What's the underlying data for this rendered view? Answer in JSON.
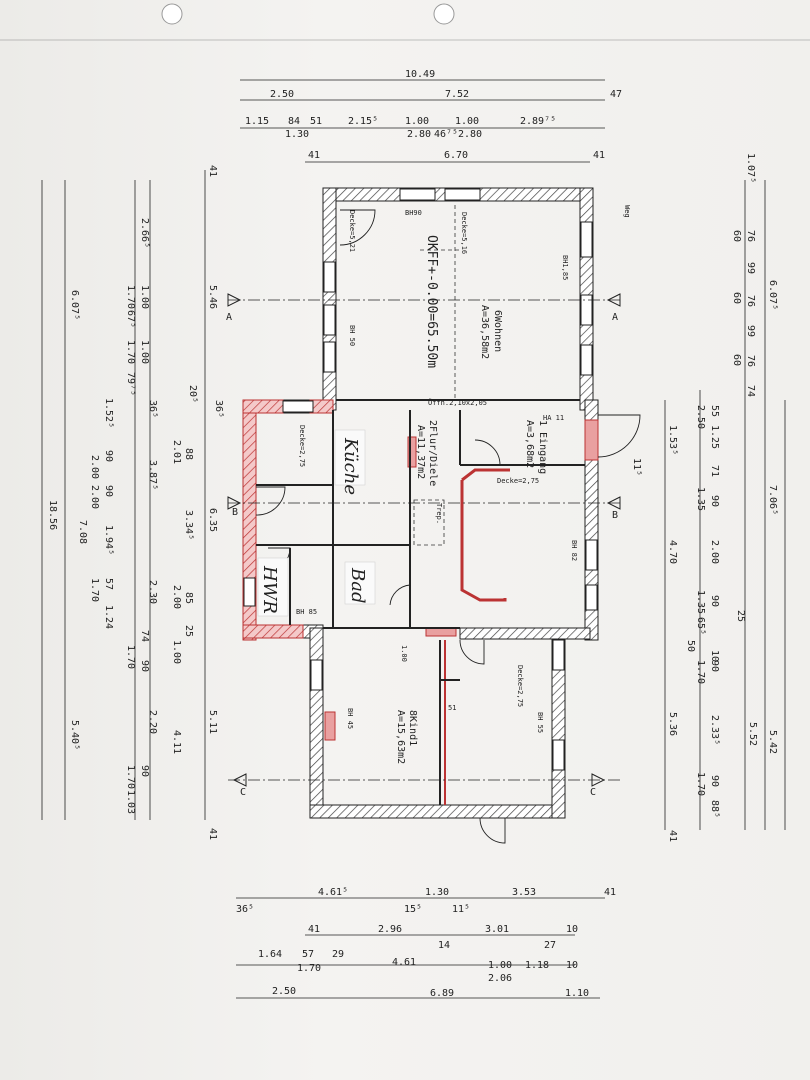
{
  "sheet": {
    "top_dims": {
      "overall": "10.49",
      "row2_left": "2.50",
      "row2_mid": "7.52",
      "row2_right": "47",
      "row3": [
        "1.15",
        "84",
        "51",
        "2.15⁵",
        "1.00",
        "1.00",
        "2.89⁷⁵"
      ],
      "row3_sub": [
        "1.30",
        "2.80",
        "46⁷⁵",
        "2.80"
      ],
      "row4_left": "41",
      "row4_mid": "6.70",
      "row4_right": "41"
    },
    "left_dims": {
      "outer_a": "6.07⁵",
      "outer_b": "18.56",
      "outer_c": "7.08",
      "outer_d": "5.40⁵",
      "r1": "2.66⁵",
      "r1b": [
        "1.00",
        "1.00",
        "1.70",
        "67⁵",
        "1.70",
        "79⁷⁵"
      ],
      "r2": [
        "36⁵",
        "3.87⁵",
        "2.30",
        "2.20"
      ],
      "r2b": [
        "1.52⁵",
        "90",
        "90",
        "1.94⁵",
        "57",
        "1.24",
        "74",
        "90",
        "90",
        "1.03"
      ],
      "r2c": [
        "2.00",
        "2.00",
        "1.70",
        "1.70",
        "1.70"
      ],
      "r3": [
        "20⁵",
        "88",
        "2.01",
        "3.34⁵",
        "85",
        "2.00",
        "25",
        "1.00",
        "4.11"
      ],
      "r4": [
        "41",
        "5.46",
        "6.35",
        "5.11",
        "41",
        "36⁵"
      ]
    },
    "right_dims": {
      "a": "6.07⁵",
      "b": "7.06⁵",
      "c": "5.42",
      "d": "5.52",
      "e": "1.07⁵",
      "stack1": [
        "76",
        "99",
        "76",
        "99",
        "76",
        "74",
        "60",
        "60",
        "60"
      ],
      "stack2": [
        "55",
        "1.25",
        "71",
        "90",
        "2.00",
        "90",
        "10",
        "50",
        "90",
        "2.33⁵",
        "90",
        "88⁵"
      ],
      "stack3": [
        "2.50",
        "1.35",
        "1.35",
        "65⁵",
        "1.70",
        "1.70"
      ],
      "stack4": [
        "1.53⁵",
        "11⁵",
        "4.70",
        "25",
        "5.36",
        "41"
      ]
    },
    "bottom_dims": {
      "row1": [
        "36⁵",
        "4.61⁵",
        "1.30",
        "15⁵",
        "11⁵",
        "3.53",
        "41"
      ],
      "row2": [
        "41",
        "2.96",
        "14",
        "3.01",
        "10",
        "27"
      ],
      "row3": [
        "1.64",
        "57",
        "29",
        "1.70",
        "4.61",
        "1.00",
        "1.18",
        "2.06",
        "10"
      ],
      "row4": [
        "2.50",
        "6.89",
        "1.10"
      ]
    },
    "rooms": [
      {
        "name": "6Wohnen",
        "area": "A=36,58m2"
      },
      {
        "name": "2Flur/Diele",
        "area": "A=11,37m2"
      },
      {
        "name": "1 Eingang",
        "area": "A=3,68m2"
      },
      {
        "name": "8Kind1",
        "area": "A=15,63m2"
      }
    ],
    "labels": {
      "okff": "OKFF+-0.00=65.50m",
      "decke1": "Decke=5,21",
      "decke2": "Decke=5,16",
      "decke3": "Decke=2,75",
      "decke4": "Decke=2,75",
      "decke5": "Decke=2,75",
      "oeffnung": "Öffn.2,10x2,05",
      "treppe": "Trep.",
      "bh90": "BH90",
      "bh85a": "BH1,85",
      "bh50": "BH 50",
      "bh82": "BH 82",
      "bh85b": "BH 85",
      "bh55": "BH 55",
      "bh45": "BH 45",
      "ha": "HA 11",
      "weg": "Weg",
      "d100": "1.00",
      "d51": "51",
      "sec_a": "A",
      "sec_b": "B",
      "sec_c": "C"
    },
    "handwritten": {
      "kueche": "Küche",
      "bad": "Bad",
      "hwr": "HWR"
    }
  }
}
